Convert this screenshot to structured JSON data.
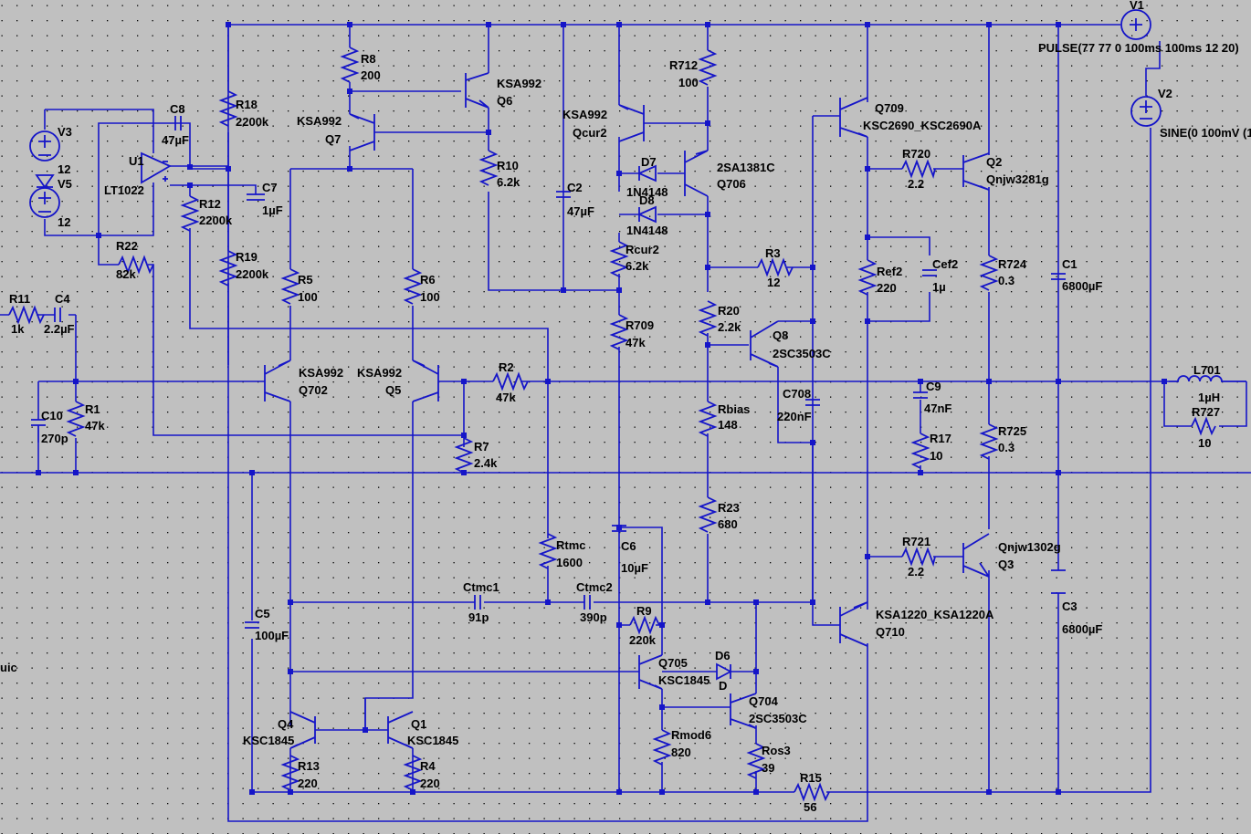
{
  "colors": {
    "background": "#c0c0c0",
    "wire": "#1515c8",
    "grid": "#000000",
    "text": "#000000"
  },
  "sources": {
    "V1": {
      "name": "V1",
      "value": "PULSE(77 77 0 100ms 100ms 12 20)"
    },
    "V2": {
      "name": "V2",
      "value": "SINE(0 100mV (1"
    },
    "V3": {
      "name": "V3",
      "value": "12"
    },
    "V5": {
      "name": "V5",
      "value": "12"
    }
  },
  "opamp": {
    "name": "U1",
    "model": "LT1022"
  },
  "resistors": {
    "R8": {
      "name": "R8",
      "value": "200"
    },
    "R18": {
      "name": "R18",
      "value": "2200k"
    },
    "R12": {
      "name": "R12",
      "value": "2200k"
    },
    "R19": {
      "name": "R19",
      "value": "2200k"
    },
    "R22": {
      "name": "R22",
      "value": "82k"
    },
    "R10": {
      "name": "R10",
      "value": "6.2k"
    },
    "R712": {
      "name": "R712",
      "value": "100"
    },
    "Rcur2": {
      "name": "Rcur2",
      "value": "6.2k"
    },
    "R709": {
      "name": "R709",
      "value": "47k"
    },
    "R5": {
      "name": "R5",
      "value": "100"
    },
    "R6": {
      "name": "R6",
      "value": "100"
    },
    "R11": {
      "name": "R11",
      "value": "1k"
    },
    "R1": {
      "name": "R1",
      "value": "47k"
    },
    "R2": {
      "name": "R2",
      "value": "47k"
    },
    "R7": {
      "name": "R7",
      "value": "2.4k"
    },
    "R3": {
      "name": "R3",
      "value": "12"
    },
    "R20": {
      "name": "R20",
      "value": "2.2k"
    },
    "Rbias": {
      "name": "Rbias",
      "value": "148"
    },
    "R23": {
      "name": "R23",
      "value": "680"
    },
    "Rtmc": {
      "name": "Rtmc",
      "value": "1600"
    },
    "R9": {
      "name": "R9",
      "value": "220k"
    },
    "Rmod6": {
      "name": "Rmod6",
      "value": "820"
    },
    "Ros3": {
      "name": "Ros3",
      "value": "39"
    },
    "R15": {
      "name": "R15",
      "value": "56"
    },
    "R13": {
      "name": "R13",
      "value": "220"
    },
    "R4": {
      "name": "R4",
      "value": "220"
    },
    "R720": {
      "name": "R720",
      "value": "2.2"
    },
    "Ref2": {
      "name": "Ref2",
      "value": "220"
    },
    "R724": {
      "name": "R724",
      "value": "0.3"
    },
    "R17": {
      "name": "R17",
      "value": "10"
    },
    "R725": {
      "name": "R725",
      "value": "0.3"
    },
    "R721": {
      "name": "R721",
      "value": "2.2"
    },
    "R727": {
      "name": "R727",
      "value": "10"
    }
  },
  "capacitors": {
    "C8": {
      "name": "C8",
      "value": "47µF"
    },
    "C7": {
      "name": "C7",
      "value": "1µF"
    },
    "C4": {
      "name": "C4",
      "value": "2.2µF"
    },
    "C10": {
      "name": "C10",
      "value": "270p"
    },
    "C2": {
      "name": "C2",
      "value": "47µF"
    },
    "C5": {
      "name": "C5",
      "value": "100µF"
    },
    "Ctmc1": {
      "name": "Ctmc1",
      "value": "91p"
    },
    "Ctmc2": {
      "name": "Ctmc2",
      "value": "390p"
    },
    "C6": {
      "name": "C6",
      "value": "10µF"
    },
    "C708": {
      "name": "C708",
      "value": "220nF"
    },
    "Cef2": {
      "name": "Cef2",
      "value": "1µ"
    },
    "C9": {
      "name": "C9",
      "value": "47nF"
    },
    "C1": {
      "name": "C1",
      "value": "6800µF"
    },
    "C3": {
      "name": "C3",
      "value": "6800µF"
    }
  },
  "inductors": {
    "L701": {
      "name": "L701",
      "value": "1µH"
    }
  },
  "transistors": {
    "Q6": {
      "name": "Q6",
      "model": "KSA992"
    },
    "Q7": {
      "name": "Q7",
      "model": "KSA992"
    },
    "Qcur2": {
      "name": "Qcur2",
      "model": "KSA992"
    },
    "Q706": {
      "name": "Q706",
      "model": "2SA1381C"
    },
    "Q702": {
      "name": "Q702",
      "model": "KSA992"
    },
    "Q5": {
      "name": "Q5",
      "model": "KSA992"
    },
    "Q8": {
      "name": "Q8",
      "model": "2SC3503C"
    },
    "Q709": {
      "name": "Q709",
      "model": "KSC2690_KSC2690A"
    },
    "Q2": {
      "name": "Q2",
      "model": "Qnjw3281g"
    },
    "Q3": {
      "name": "Q3",
      "model": "Qnjw1302g"
    },
    "Q710": {
      "name": "Q710",
      "model": "KSA1220_KSA1220A"
    },
    "Q705": {
      "name": "Q705",
      "model": "KSC1845"
    },
    "Q704": {
      "name": "Q704",
      "model": "2SC3503C"
    },
    "Q4": {
      "name": "Q4",
      "model": "KSC1845"
    },
    "Q1": {
      "name": "Q1",
      "model": "KSC1845"
    }
  },
  "diodes": {
    "D7": {
      "name": "D7",
      "model": "1N4148"
    },
    "D8": {
      "name": "D8",
      "model": "1N4148"
    },
    "D6": {
      "name": "D6",
      "model": "D"
    }
  },
  "edge_label": "uic"
}
